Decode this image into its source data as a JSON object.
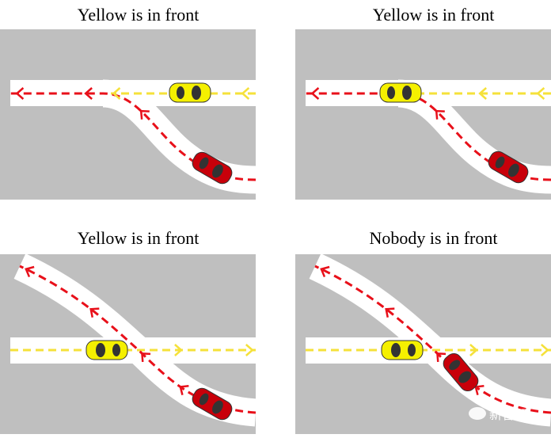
{
  "panels": [
    {
      "title": "Yellow is in front",
      "scenario": "merge",
      "yellow_car": "ahead-on-main-road",
      "red_car": "on-merge-ramp"
    },
    {
      "title": "Yellow is in front",
      "scenario": "merge",
      "yellow_car": "at-merge-point",
      "red_car": "on-merge-ramp"
    },
    {
      "title": "Yellow is in front",
      "scenario": "cross",
      "yellow_car": "before-crossing",
      "red_car": "approaching-crossing"
    },
    {
      "title": "Nobody is in front",
      "scenario": "cross",
      "yellow_car": "at-crossing",
      "red_car": "at-crossing"
    }
  ],
  "watermark": {
    "text": "新智驾",
    "icon": "wechat-icon"
  },
  "colors": {
    "road_bg": "#bfbfbf",
    "road": "#ffffff",
    "red": "#e8101a",
    "yellow": "#f5e13a",
    "red_car": "#c8000a",
    "yellow_car": "#f5f000"
  }
}
